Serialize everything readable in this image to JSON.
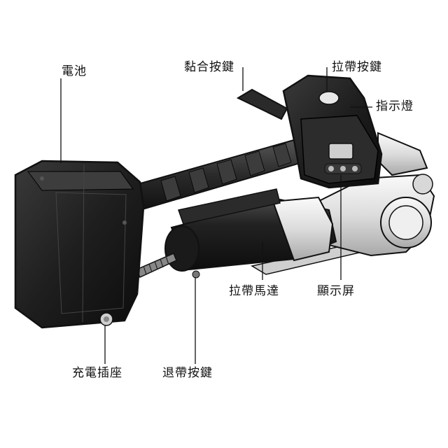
{
  "labels": {
    "battery": "電池",
    "seal_button": "黏合按鍵",
    "tension_button": "拉帶按鍵",
    "indicator_light": "指示燈",
    "tension_motor": "拉帶馬達",
    "display_screen": "顯示屏",
    "charging_socket": "充電插座",
    "release_button": "退帶按鍵"
  },
  "colors": {
    "body": "#1c1c1c",
    "metal": "#e4e4e4",
    "line": "#111111"
  }
}
